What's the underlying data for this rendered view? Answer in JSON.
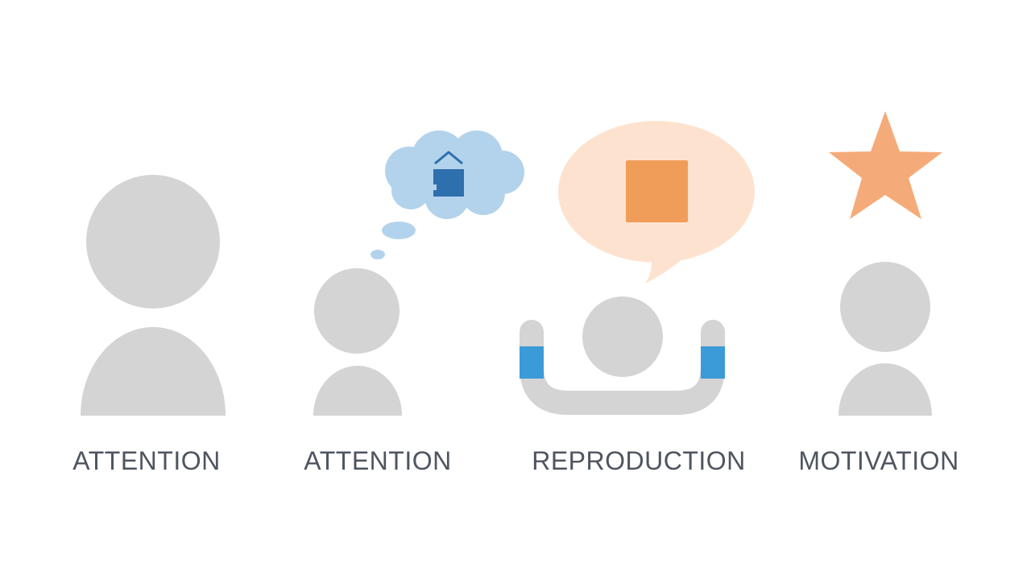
{
  "stages": [
    {
      "label": "ATTENTION"
    },
    {
      "label": "ATTENTION"
    },
    {
      "label": "REPRODUCTION"
    },
    {
      "label": "MOTIVATION"
    }
  ],
  "icons": {
    "thought_bubble": "thought-bubble-icon",
    "thought_symbol": "house-box-icon",
    "speech_bubble": "speech-bubble-icon",
    "speech_symbol": "square-icon",
    "reward": "star-icon",
    "arms": "raised-arms-icon"
  },
  "colors": {
    "person": "#d4d4d4",
    "thought_bubble": "#b3d3ec",
    "thought_symbol": "#2e6fae",
    "speech_bubble": "#fde3cf",
    "speech_symbol": "#f19d5a",
    "star": "#f4ab79",
    "arm_accent": "#3a9bd8",
    "label_text": "#4e5560"
  }
}
